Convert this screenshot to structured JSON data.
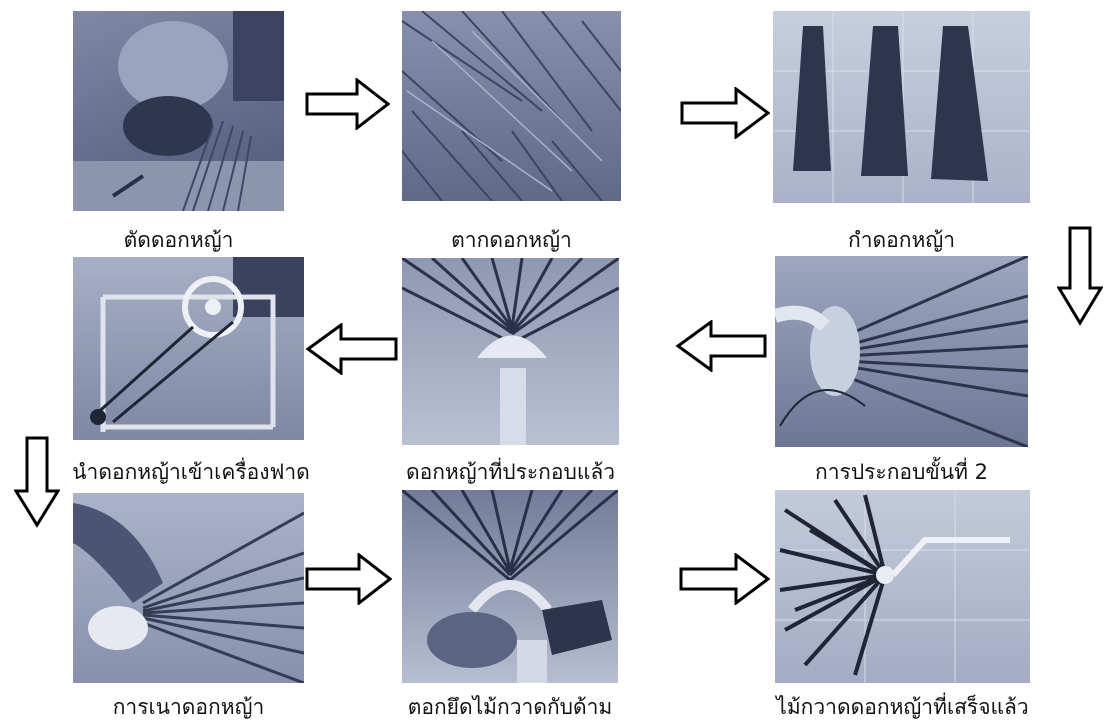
{
  "steps": [
    {
      "label": "ตัดดอกหญ้า",
      "image": "cutting-grass-photo"
    },
    {
      "label": "ตากดอกหญ้า",
      "image": "drying-grass-photo"
    },
    {
      "label": "กำดอกหญ้า",
      "image": "bundled-grass-photo"
    },
    {
      "label": "การประกอบขั้นที่ 2",
      "image": "assembly-step-2-photo"
    },
    {
      "label": "ดอกหญ้าที่ประกอบแล้ว",
      "image": "assembled-head-photo"
    },
    {
      "label": "นำดอกหญ้าเข้าเครื่องฟาด",
      "image": "threshing-machine-photo"
    },
    {
      "label": "การเนาดอกหญ้า",
      "image": "stitching-grass-photo"
    },
    {
      "label": "ตอกยึดไม้กวาดกับด้าม",
      "image": "nailing-handle-photo"
    },
    {
      "label": "ไม้กวาดดอกหญ้าที่เสร็จแล้ว",
      "image": "finished-broom-photo"
    }
  ],
  "colors": {
    "photo_tint": "#6b7593",
    "arrow_stroke": "#000000",
    "arrow_fill": "#ffffff",
    "caption_text": "#111111"
  }
}
